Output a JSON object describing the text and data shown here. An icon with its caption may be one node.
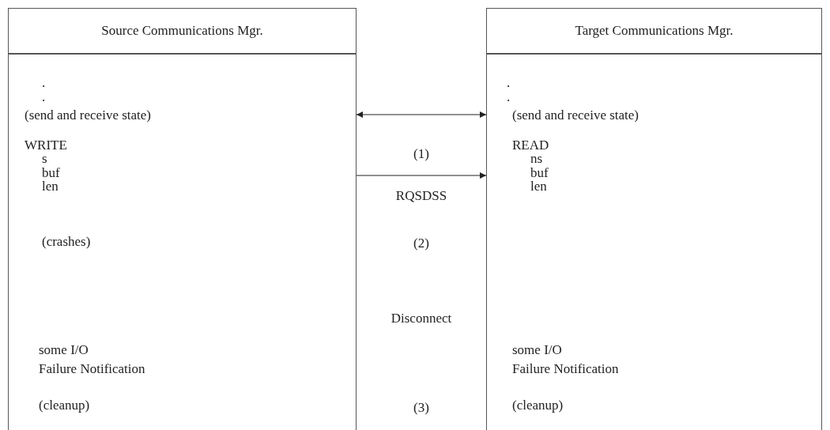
{
  "diagram": {
    "nodes": [
      {
        "text": [
          "Source Communications Mgr.",
          ".",
          ".",
          "(send and receive state)",
          "WRITE",
          "s",
          "buf",
          "len",
          "(crashes)",
          "some I/O",
          "Failure Notification",
          "(cleanup)"
        ]
      },
      {
        "text": [
          "Target Communications Mgr.",
          ".",
          ".",
          "(send and receive state)",
          "READ",
          "ns",
          "buf",
          "len",
          "some I/O",
          "Failure Notification",
          "(cleanup)"
        ]
      }
    ],
    "edges": [
      {
        "from": 0,
        "to": 1,
        "arrow": "both"
      },
      {
        "from": 0,
        "to": 1,
        "arrow": "to"
      }
    ],
    "labels": [
      "(1)",
      "RQSDSS",
      "(2)",
      "Disconnect",
      "(3)"
    ]
  }
}
